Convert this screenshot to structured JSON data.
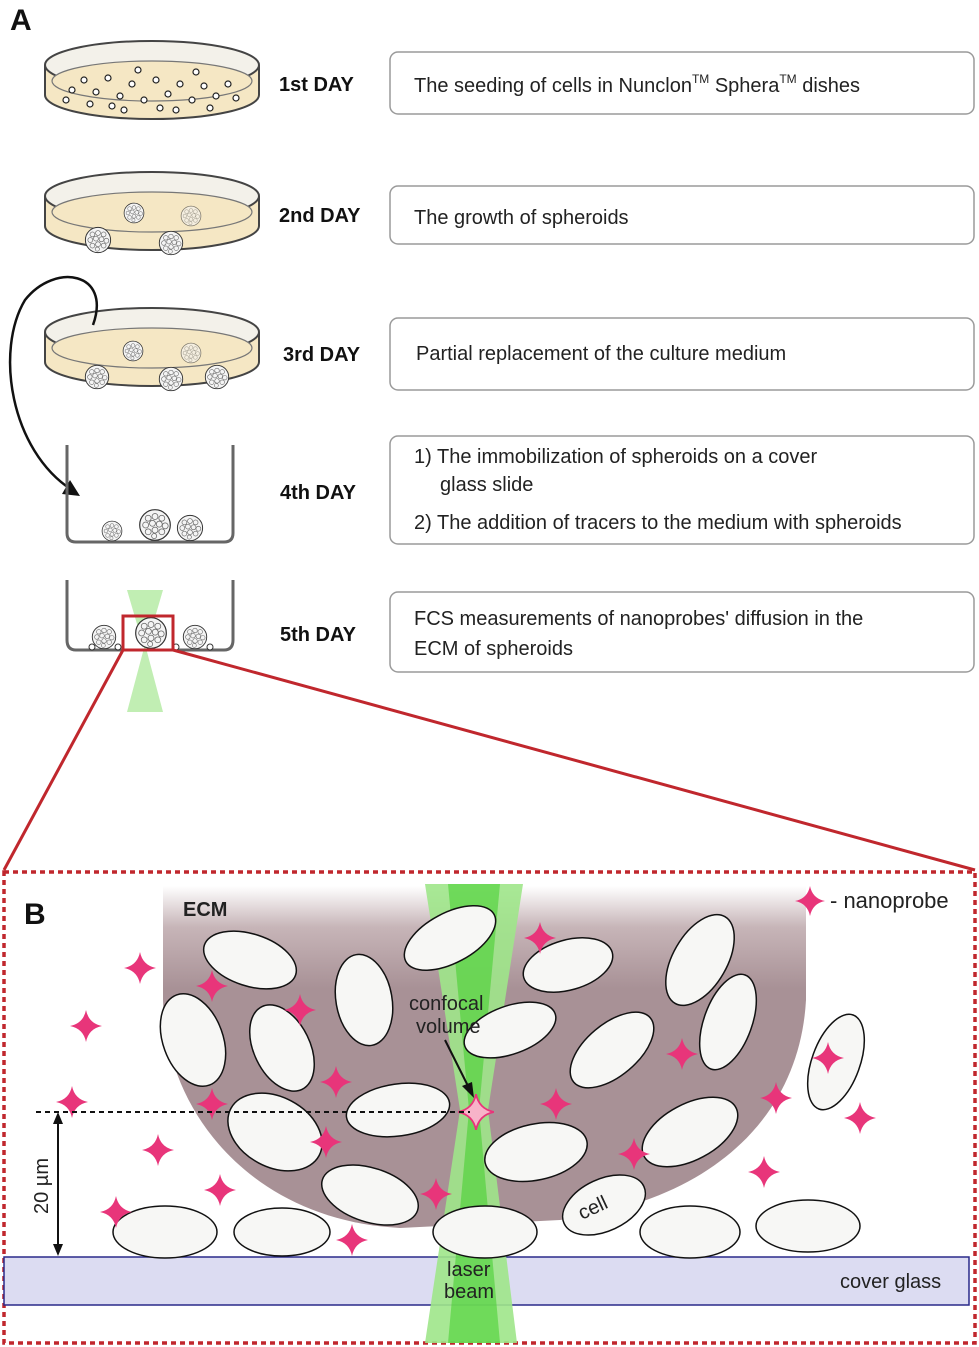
{
  "panel_a": {
    "letter": "A",
    "steps": [
      {
        "day": "1st DAY",
        "text": "The seeding of cells in Nunclon",
        "tm1": "TM",
        "mid": " Sphera",
        "tm2": "TM",
        "end": " dishes"
      },
      {
        "day": "2nd DAY",
        "text": "The growth of spheroids"
      },
      {
        "day": "3rd DAY",
        "text": "Partial replacement of the culture medium"
      },
      {
        "day": "4th DAY",
        "line1": "1) The immobilization of spheroids on a cover",
        "line2": "glass slide",
        "line3": "2) The addition of tracers to the medium with spheroids"
      },
      {
        "day": "5th DAY",
        "line1": "FCS measurements of nanoprobes' diffusion in the",
        "line2": "ECM of spheroids"
      }
    ]
  },
  "panel_b": {
    "letter": "B",
    "ecm_label": "ECM",
    "legend_text": "- nanoprobe",
    "confocal_line1": "confocal",
    "confocal_line2": "volume",
    "cell_label": "cell",
    "scale_label": "20 µm",
    "cover_glass_label": "cover glass",
    "laser_line1": "laser",
    "laser_line2": "beam"
  },
  "colors": {
    "medium": "#f5e7c4",
    "ecm": "#a89196",
    "laser": "#9fe58a",
    "laser_core": "#3fce2a",
    "nanoprobe": "#e8357a",
    "cover_glass": "#dcdcf2",
    "zoom": "#c0272d"
  }
}
